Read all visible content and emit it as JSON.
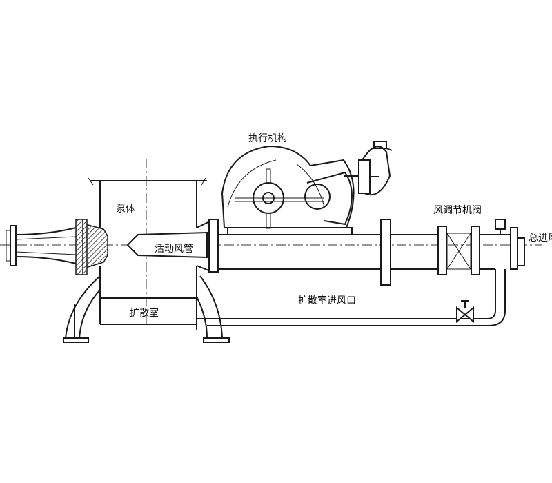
{
  "labels": {
    "actuator": "执行机构",
    "pump_body": "泵体",
    "movable_air_tube": "活动风管",
    "air_damper": "风调节机阀",
    "main_inlet": "总进风",
    "diffusion_chamber": "扩散室",
    "diffusion_chamber_inlet": "扩散室进风口"
  }
}
